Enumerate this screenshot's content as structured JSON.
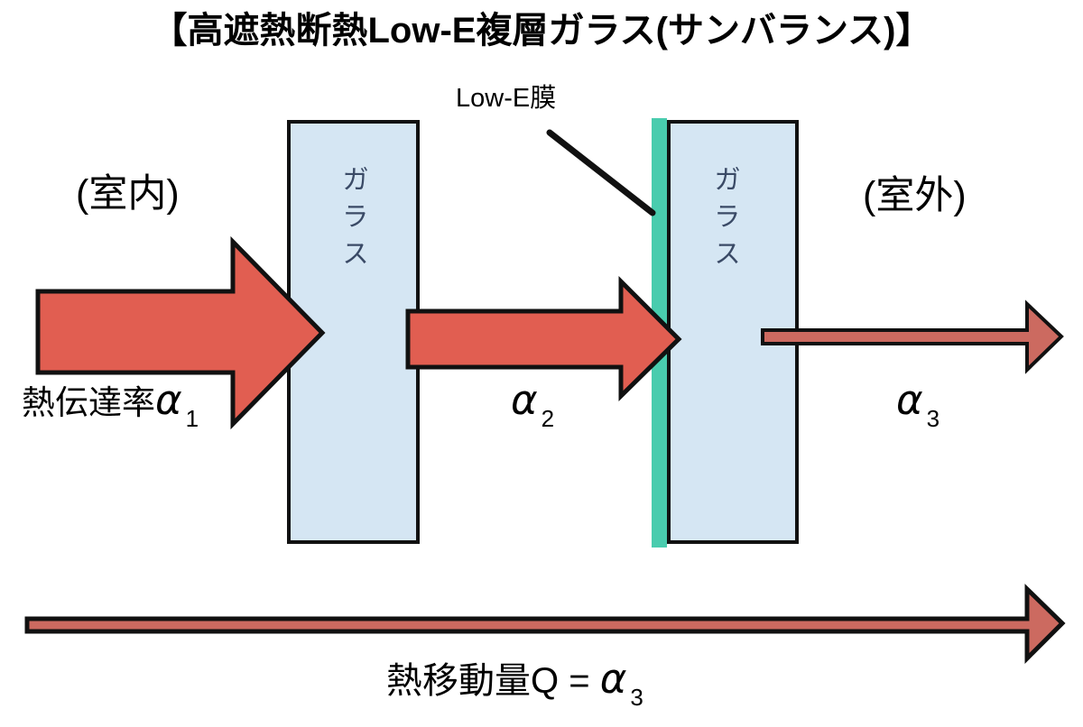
{
  "title": "【高遮熱断熱Low-E複層ガラス(サンバランス)】",
  "labels": {
    "indoor": "(室内)",
    "outdoor": "(室外)",
    "glass_left": "ガラス",
    "glass_right": "ガラス",
    "lowe_film": "Low-E膜",
    "alpha1_prefix": "熱伝達率",
    "alpha1_symbol": "α",
    "alpha1_sub": "1",
    "alpha2_symbol": "α",
    "alpha2_sub": "2",
    "alpha3_symbol": "α",
    "alpha3_sub": "3",
    "bottom_prefix": "熱移動量Q = ",
    "bottom_symbol": "α",
    "bottom_sub": "3"
  },
  "colors": {
    "arrow_red": "#e15e51",
    "arrow_red_muted": "#cc6a60",
    "glass_fill": "#d5e6f3",
    "lowe_strip": "#49ccae",
    "glass_text": "#3a4a66",
    "outline": "#111111"
  }
}
